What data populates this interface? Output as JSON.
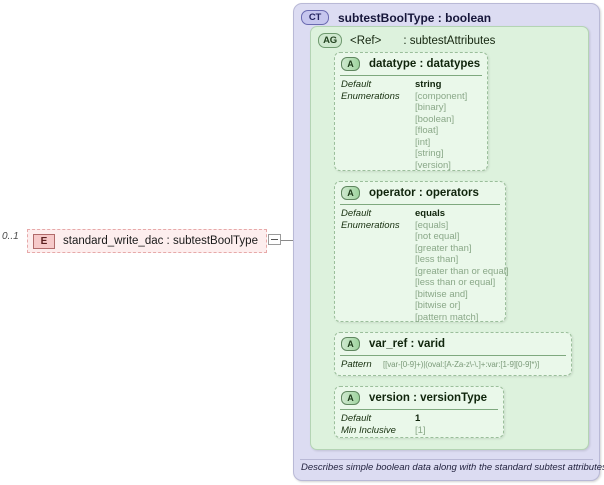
{
  "element": {
    "cardinality": "0..1",
    "badge": "E",
    "badge_icon": "element-badge-icon",
    "label": "standard_write_dac : subtestBoolType",
    "expander_icon": "collapse-minus-icon"
  },
  "complex_type": {
    "badge": "CT",
    "badge_icon": "complextype-badge-icon",
    "title": "subtestBoolType : boolean",
    "documentation": "Describes simple boolean data along with the standard subtest attributes."
  },
  "attribute_group": {
    "badge": "AG",
    "badge_icon": "attributegroup-badge-icon",
    "ref": "<Ref>",
    "name": ": subtestAttributes"
  },
  "attributes": [
    {
      "badge": "A",
      "name": "datatype : datatypes",
      "default_label": "Default",
      "default_value": "string",
      "enum_label": "Enumerations",
      "enumerations": [
        "[component]",
        "[binary]",
        "[boolean]",
        "[float]",
        "[int]",
        "[string]",
        "[version]"
      ]
    },
    {
      "badge": "A",
      "name": "operator : operators",
      "default_label": "Default",
      "default_value": "equals",
      "enum_label": "Enumerations",
      "enumerations": [
        "[equals]",
        "[not equal]",
        "[greater than]",
        "[less than]",
        "[greater than or equal]",
        "[less than or equal]",
        "[bitwise and]",
        "[bitwise or]",
        "[pattern match]"
      ]
    },
    {
      "badge": "A",
      "name": "var_ref  : varid",
      "pattern_label": "Pattern",
      "pattern_value": "[[var-[0-9]+)|(oval:[A-Za-z\\-\\.]+:var:[1-9][0-9]*)]"
    },
    {
      "badge": "A",
      "name": "version  : versionType",
      "default_label": "Default",
      "default_value": "1",
      "min_inclusive_label": "Min Inclusive",
      "min_inclusive_value": "[1]"
    }
  ]
}
